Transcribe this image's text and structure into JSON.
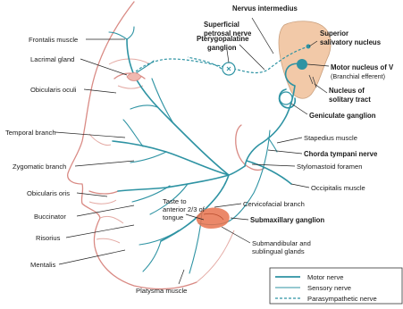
{
  "colors": {
    "nerve": "#2e93a3",
    "face_outline": "#d98a84",
    "brainstem": "#f2c9a8",
    "ganglion": "#e8734f",
    "text": "#1a1a1a"
  },
  "labels": {
    "nervus_intermedius": "Nervus intermedius",
    "superficial_petrosal_1": "Superficial",
    "superficial_petrosal_2": "petrosal nerve",
    "superior_salivatory_1": "Superior",
    "superior_salivatory_2": "salivatory nucleus",
    "motor_nucleus": "Motor nucleus of V",
    "branchial_efferent": "(Branchial efferent)",
    "solitary_1": "Nucleus of",
    "solitary_2": "solitary tract",
    "geniculate": "Geniculate ganglion",
    "pterygopalatine_1": "Pterygopalatine",
    "pterygopalatine_2": "ganglion",
    "frontalis": "Frontalis muscle",
    "lacrimal": "Lacrimal gland",
    "orbicularis_oculi": "Obicularis oculi",
    "temporal": "Temporal branch",
    "zygomatic": "Zygomatic branch",
    "orbicularis_oris": "Obicularis oris",
    "buccinator": "Buccinator",
    "risorius": "Risorius",
    "mentalis": "Mentalis",
    "platysma": "Platysma muscle",
    "stapedius": "Stapedius muscle",
    "chorda_tympani": "Chorda tympani nerve",
    "stylomastoid": "Stylomastoid foramen",
    "occipitalis": "Occipitalis muscle",
    "cervicofacial": "Cervicofacial branch",
    "taste_1": "Taste to",
    "taste_2": "anterior 2/3 of",
    "taste_3": "tongue",
    "submaxillary": "Submaxillary ganglion",
    "submandibular_1": "Submandibular and",
    "submandibular_2": "sublingual glands"
  },
  "legend": {
    "items": [
      {
        "label": "Motor nerve",
        "style": "solid-thick"
      },
      {
        "label": "Sensory nerve",
        "style": "solid-thin"
      },
      {
        "label": "Parasympathetic nerve",
        "style": "dashed"
      }
    ]
  }
}
